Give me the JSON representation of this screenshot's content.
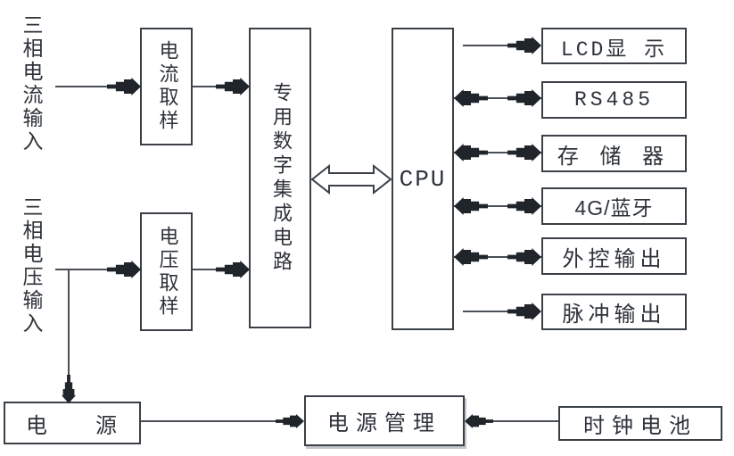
{
  "diagram": {
    "inputs": {
      "current_input": "三相电流输入",
      "voltage_input": "三相电压输入"
    },
    "blocks": {
      "current_sampling": "电流取样",
      "voltage_sampling": "电压取样",
      "asic": "专用数字集成电路",
      "cpu": "CPU",
      "power": "电　　源",
      "power_mgmt": "电源管理",
      "rtc_battery": "时钟电池"
    },
    "peripherals": [
      {
        "label": "LCD显 示",
        "connection": "out"
      },
      {
        "label": "RS485",
        "connection": "bidirectional"
      },
      {
        "label": "存 储 器",
        "connection": "bidirectional"
      },
      {
        "label": "4G/蓝牙",
        "connection": "bidirectional"
      },
      {
        "label": "外控输出",
        "connection": "bidirectional"
      },
      {
        "label": "脉冲输出",
        "connection": "out"
      }
    ],
    "colors": {
      "background": "#ffffff",
      "line": "#4a4f55",
      "arrow": "#20242b",
      "border": "#3b4046",
      "text": "#2e333a"
    }
  }
}
